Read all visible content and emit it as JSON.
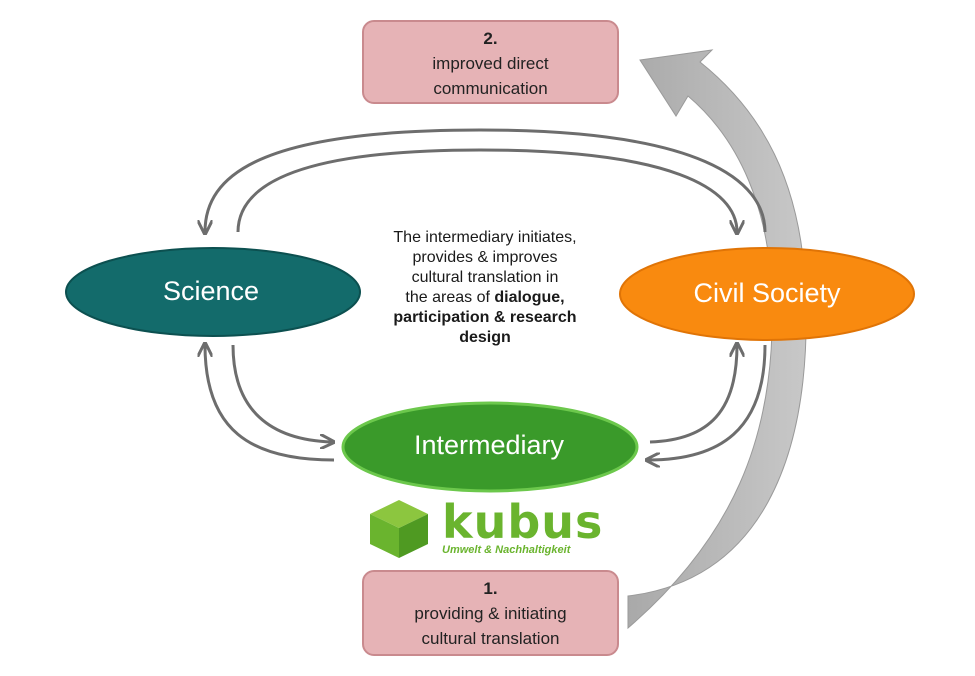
{
  "boxes": {
    "top": {
      "number": "2.",
      "line1": "improved direct",
      "line2": "communication"
    },
    "bottom": {
      "number": "1.",
      "line1": "providing & initiating",
      "line2": "cultural translation"
    }
  },
  "nodes": {
    "science": "Science",
    "civil_society": "Civil Society",
    "intermediary": "Intermediary"
  },
  "center_text": {
    "line1": "The intermediary initiates,",
    "line2": "provides & improves",
    "line3": "cultural translation in",
    "line4_plain": "the areas of ",
    "line4_bold": "dialogue,",
    "line5_bold": "participation & research",
    "line6_bold": "design"
  },
  "logo": {
    "word": "kubus",
    "subtitle": "Umwelt & Nachhaltigkeit"
  },
  "colors": {
    "science": "#136b6b",
    "civil_society": "#f98a0f",
    "intermediary": "#3a9a2a",
    "box_fill": "#e6b3b6",
    "arrow": "#6d6d6d",
    "big_arrow": "#b9b9b9",
    "logo": "#6ab42e"
  }
}
